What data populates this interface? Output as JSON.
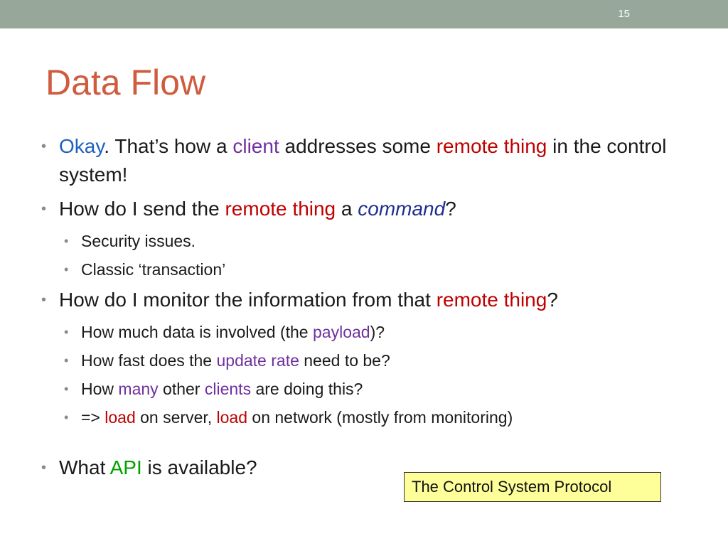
{
  "slide": {
    "number": "15",
    "title": "Data Flow"
  },
  "bullets": {
    "b1": {
      "okay": "Okay",
      "p1": ".  That’s how a ",
      "client": "client",
      "p2": " addresses some ",
      "remote": "remote thing",
      "p3": " in the control system!"
    },
    "b2": {
      "p1": "How do I send the ",
      "remote": "remote thing",
      "p2": " a ",
      "command": "command",
      "p3": "?"
    },
    "b2_sub": [
      "Security issues.",
      "Classic ‘transaction’"
    ],
    "b3": {
      "p1": "How do I monitor the information from that ",
      "remote": "remote thing",
      "p2": "?"
    },
    "b3_sub1": {
      "p1": "How much data is involved (the ",
      "payload": "payload",
      "p2": ")?"
    },
    "b3_sub2": {
      "p1": "How fast does the ",
      "update": "update rate",
      "p2": " need to be?"
    },
    "b3_sub3": {
      "p1": "How ",
      "many": "many",
      "p2": " other ",
      "clients": "clients",
      "p3": " are doing this?"
    },
    "b3_sub4": {
      "p1": "=> ",
      "load1": "load",
      "p2": " on server, ",
      "load2": "load",
      "p3": " on network (mostly from monitoring)"
    },
    "b4": {
      "p1": "What ",
      "api": "API",
      "p2": " is available?"
    }
  },
  "callout": {
    "text": "The Control System Protocol"
  },
  "colors": {
    "title": "#cf5c3f",
    "header_bar": "#97a79a",
    "highlight_red": "#c00000",
    "highlight_blue": "#1f5fbf",
    "highlight_purple": "#7030a0",
    "highlight_green": "#00a000",
    "callout_bg": "#ffff99"
  },
  "icons": {
    "bullet": "bullet-dot-icon"
  }
}
